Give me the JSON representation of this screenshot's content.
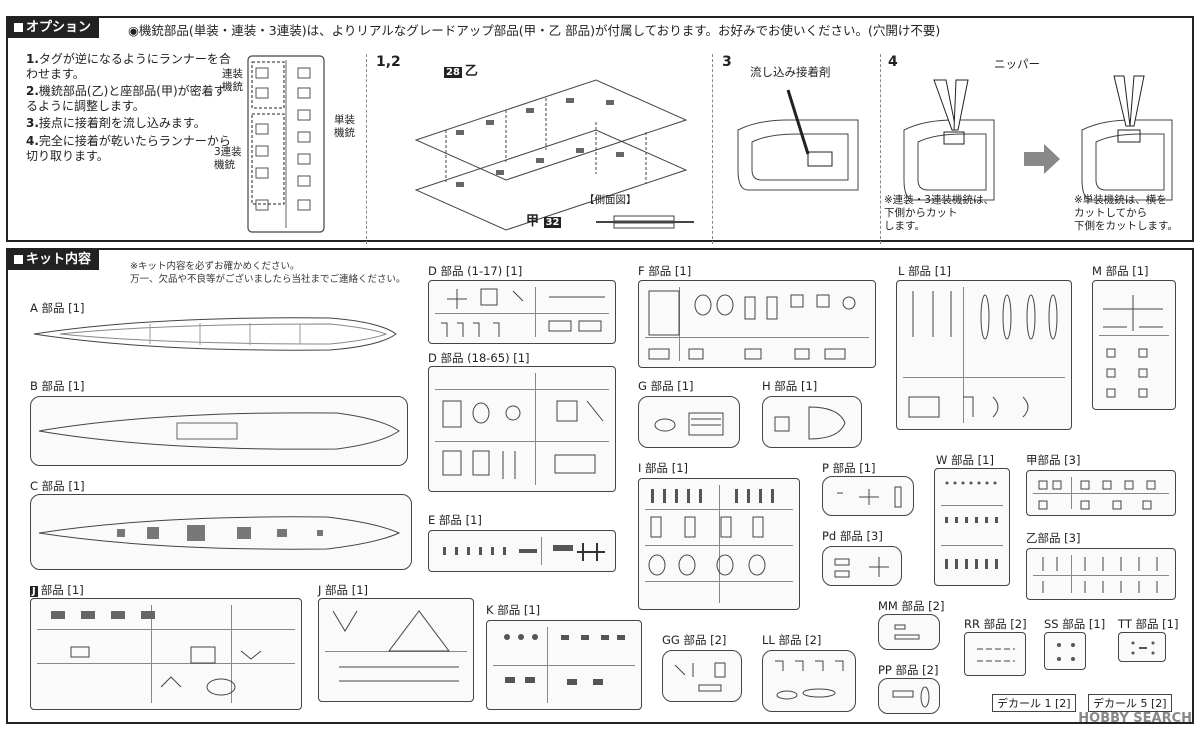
{
  "option": {
    "label": "オプション",
    "note": "◉機銃部品(単装・連装・3連装)は、よりリアルなグレードアップ部品(甲・乙 部品)が付属しております。お好みでお使いください。(穴開け不要)",
    "steps": [
      {
        "num": "1.",
        "text": "タグが逆になるようにランナーを合わせます。"
      },
      {
        "num": "2.",
        "text": "機銃部品(乙)と座部品(甲)が密着するように調整します。"
      },
      {
        "num": "3.",
        "text": "接点に接着剤を流し込みます。"
      },
      {
        "num": "4.",
        "text": "完全に接着が乾いたらランナーから切り取ります。"
      }
    ],
    "labels": {
      "renso": "連装\n機銃",
      "sanren": "3連装\n機銃",
      "tanso": "単装\n機銃",
      "step12": "1,2",
      "otsu_num": "28",
      "otsu": "乙",
      "kou": "甲",
      "kou_num": "32",
      "side_view": "【側面図】",
      "step3": "3",
      "glue": "流し込み接着剤",
      "step4": "4",
      "nipper": "ニッパー",
      "note3": "※連装・3連装機銃は、\n下側からカット\nします。",
      "note4": "※単装機銃は、横を\nカットしてから\n下側をカットします。"
    }
  },
  "kit": {
    "label": "キット内容",
    "note": "※キット内容を必ずお確かめください。\n万一、欠品や不良等がございましたら当社までご連絡ください。",
    "parts": {
      "A": "A 部品 [1]",
      "B": "B 部品 [1]",
      "C": "C 部品 [1]",
      "J1": "部品 [1]",
      "J1_letter": "J",
      "J2": "J 部品 [1]",
      "K": "K 部品 [1]",
      "D1": "D 部品 (1-17) [1]",
      "D2": "D 部品 (18-65) [1]",
      "E": "E 部品 [1]",
      "F": "F 部品 [1]",
      "G": "G 部品 [1]",
      "H": "H 部品 [1]",
      "I": "I 部品 [1]",
      "P": "P 部品 [1]",
      "Pd": "Pd 部品 [3]",
      "W": "W 部品 [1]",
      "kou": "甲部品 [3]",
      "otsu": "乙部品 [3]",
      "L": "L 部品 [1]",
      "M": "M 部品 [1]",
      "GG": "GG 部品 [2]",
      "LL": "LL 部品 [2]",
      "MM": "MM 部品 [2]",
      "PP": "PP 部品 [2]",
      "RR": "RR 部品 [2]",
      "SS": "SS 部品 [1]",
      "TT": "TT 部品 [1]"
    },
    "decals": {
      "d1": "デカール 1 [2]",
      "d5": "デカール 5 [2]"
    }
  },
  "watermark": "HOBBY SEARCH"
}
